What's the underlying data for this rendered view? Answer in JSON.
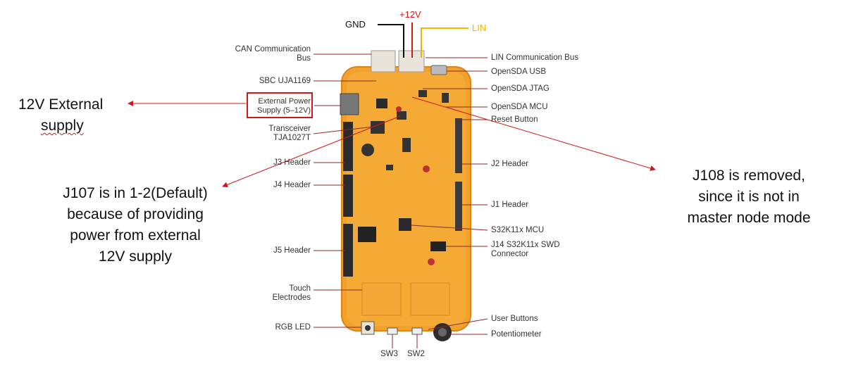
{
  "wires": {
    "gnd": "GND",
    "v12": "+12V",
    "lin": "LIN"
  },
  "labels": {
    "can_bus": "CAN Communication\nBus",
    "sbc": "SBC UJA1169",
    "ext_power": "External Power\nSupply (5–12V)",
    "transceiver": "Transceiver\nTJA1027T",
    "j3": "J3 Header",
    "j4": "J4 Header",
    "j5": "J5 Header",
    "touch": "Touch\nElectrodes",
    "rgb": "RGB LED",
    "sw3": "SW3",
    "sw2": "SW2",
    "lin_bus": "LIN Communication Bus",
    "opensda_usb": "OpenSDA USB",
    "opensda_jtag": "OpenSDA JTAG",
    "opensda_mcu": "OpenSDA MCU",
    "reset": "Reset Button",
    "j2": "J2 Header",
    "j1": "J1 Header",
    "s32k_mcu": "S32K11x MCU",
    "j14": "J14 S32K11x SWD\nConnector",
    "user_buttons": "User Buttons",
    "pot": "Potentiometer"
  },
  "annotations": {
    "ext_supply_1": "12V External",
    "ext_supply_2": "supply",
    "j107": "J107 is in 1-2(Default)\nbecause of providing\npower from external\n12V supply",
    "j108": "J108 is removed,\nsince it is not in\nmaster node mode"
  },
  "colors": {
    "board": "#f2a22c",
    "board_edge": "#d9861a",
    "annotation_red": "#d01818",
    "plus12v": "#d01818",
    "lin": "#f0b400",
    "gnd": "#111111"
  }
}
